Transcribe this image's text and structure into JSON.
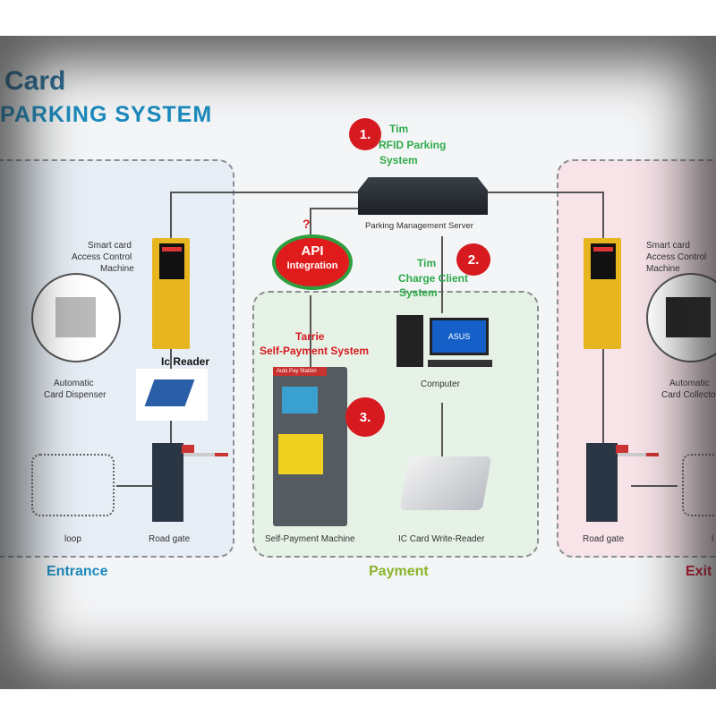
{
  "title": {
    "line1": "Card",
    "line2": "PARKING SYSTEM"
  },
  "server": {
    "label": "Parking Management Server",
    "badge": "1.",
    "name_line1": "Tim",
    "name_line2": "RFID Parking",
    "name_line3": "System"
  },
  "api": {
    "question": "?",
    "label1": "API",
    "label2": "Integration"
  },
  "charge_client": {
    "badge": "2.",
    "line1": "Tim",
    "line2": "Charge Client",
    "line3": "System"
  },
  "self_payment": {
    "badge": "3.",
    "line1": "Tarrie",
    "line2": "Self-Payment System",
    "machine_label": "Self-Payment Machine",
    "machine_header": "Auto Pay Station"
  },
  "computer": {
    "label": "Computer",
    "brand": "ASUS"
  },
  "reader": {
    "label": "IC Card Write-Reader"
  },
  "entrance": {
    "zone_label": "Entrance",
    "smart_card": [
      "Smart card",
      "Access Control",
      "Machine"
    ],
    "dispenser": [
      "Automatic",
      "Card Dispenser"
    ],
    "ic_reader": "Ic Reader",
    "loop": "loop",
    "road_gate": "Road gate"
  },
  "payment": {
    "zone_label": "Payment"
  },
  "exit": {
    "zone_label": "Exit",
    "smart_card": [
      "Smart card",
      "Access Control",
      "Machine"
    ],
    "collector": [
      "Automatic",
      "Card Collector"
    ],
    "road_gate": "Road gate",
    "loop": "l"
  },
  "colors": {
    "title": "#1b8bbd",
    "badge": "#d71920",
    "green": "#2eaa4a"
  }
}
